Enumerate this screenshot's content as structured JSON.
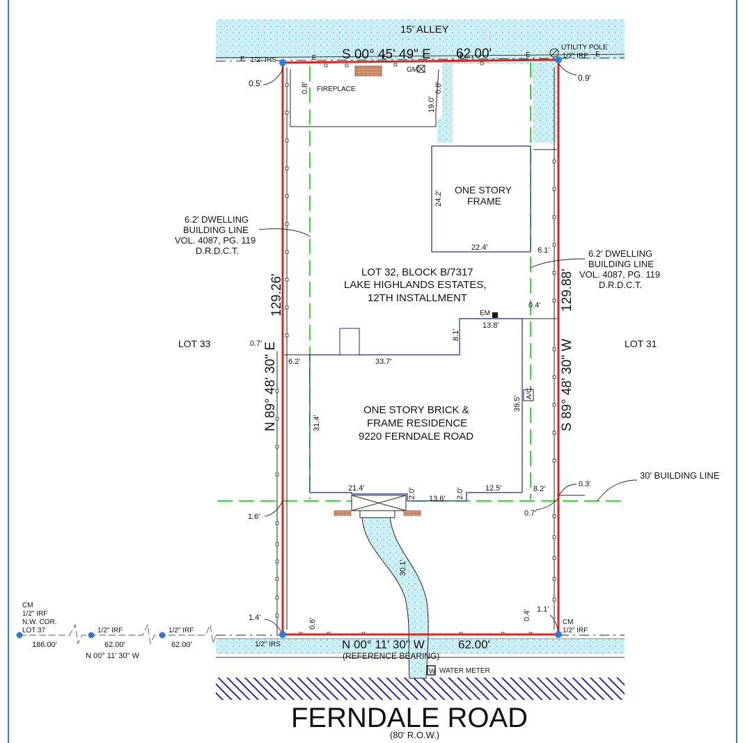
{
  "labels": {
    "alley": "15' ALLEY",
    "north_bearing": "S 00° 45' 49\" E",
    "north_distance": "62.00'",
    "utility_pole": "UTILITY POLE",
    "irf_ne": "1/2\" IRF",
    "irs_nw": "1/2\" IRS",
    "off_nw_top": "0.5'",
    "off_ne_top": "0.9'",
    "fireplace": "FIREPLACE",
    "gm": "GM",
    "dim_08a": "0.8'",
    "dim_08b": "0.8'",
    "dim_190": "19.0'",
    "garage_line1": "ONE STORY",
    "garage_line2": "FRAME",
    "dim_242": "24.2'",
    "dim_224": "22.4'",
    "dim_61": "6.1'",
    "bl_left_1": "6.2' DWELLING",
    "bl_left_2": "BUILDING LINE",
    "bl_left_3": "VOL. 4087, PG. 119",
    "bl_left_4": "D.R.D.C.T.",
    "bl_right_1": "6.2' DWELLING",
    "bl_right_2": "BUILDING LINE",
    "bl_right_3": "VOL. 4087, PG. 119",
    "bl_right_4": "D.R.D.C.T.",
    "lot_line1": "LOT 32, BLOCK B/7317",
    "lot_line2": "LAKE HIGHLANDS ESTATES,",
    "lot_line3": "12TH INSTALLMENT",
    "west_bearing": "N 89° 48' 30\" E",
    "west_distance": "129.26'",
    "east_bearing": "S 89° 48' 30\" W",
    "east_distance": "129.88'",
    "lot33": "LOT 33",
    "lot31": "LOT 31",
    "em": "EM",
    "dim_04": "0.4'",
    "dim_138": "13.8'",
    "dim_81": "8.1'",
    "dim_07w": "0.7'",
    "dim_62": "6.2'",
    "dim_337": "33.7'",
    "dim_314": "31.4'",
    "dim_395": "39.5'",
    "ac": "A/C",
    "res_line1": "ONE STORY BRICK &",
    "res_line2": "FRAME RESIDENCE",
    "res_line3": "9220 FERNDALE ROAD",
    "dim_214": "21.4'",
    "dim_20a": "2.0'",
    "dim_136": "13.6'",
    "dim_20b": "2.0'",
    "dim_125": "12.5'",
    "dim_82": "8.2'",
    "dim_03": "0.3'",
    "dim_07e": "0.7'",
    "building_line_30": "30' BUILDING LINE",
    "dim_16": "1.6'",
    "dim_301": "30.1'",
    "dim_14": "1.4'",
    "dim_06": "0.6'",
    "dim_04s": "0.4'",
    "dim_11": "1.1'",
    "irs_sw": "1/2\" IRS",
    "cm_se": "CM",
    "irf_se": "1/2\" IRF",
    "cm_nw_1": "CM",
    "cm_nw_2": "1/2\" IRF",
    "cm_nw_3": "N.W. COR.",
    "cm_nw_4": "LOT 37",
    "irf_a": "1/2\" IRF",
    "irf_b": "1/2\" IRF",
    "dist_186": "186.00'",
    "dist_62a": "62.00'",
    "dist_62b": "62.00'",
    "south_bearing_small": "N 00° 11' 30\" W",
    "south_bearing": "N 00° 11' 30\" W",
    "south_distance": "62.00'",
    "reference_bearing": "(REFERENCE BEARING)",
    "water_meter": "WATER METER",
    "w_symbol": "W",
    "road_name": "FERNDALE ROAD",
    "row": "(80' R.O.W.)"
  },
  "colors": {
    "boundary": "#e0231c",
    "structure": "#1b2a8f",
    "building_line": "#33dd33",
    "concrete": "#9fe3ea",
    "point": "#2b7de0",
    "frame": "#3a7bd5",
    "hatch": "#2a2aa0",
    "brick": "#c8744a"
  }
}
